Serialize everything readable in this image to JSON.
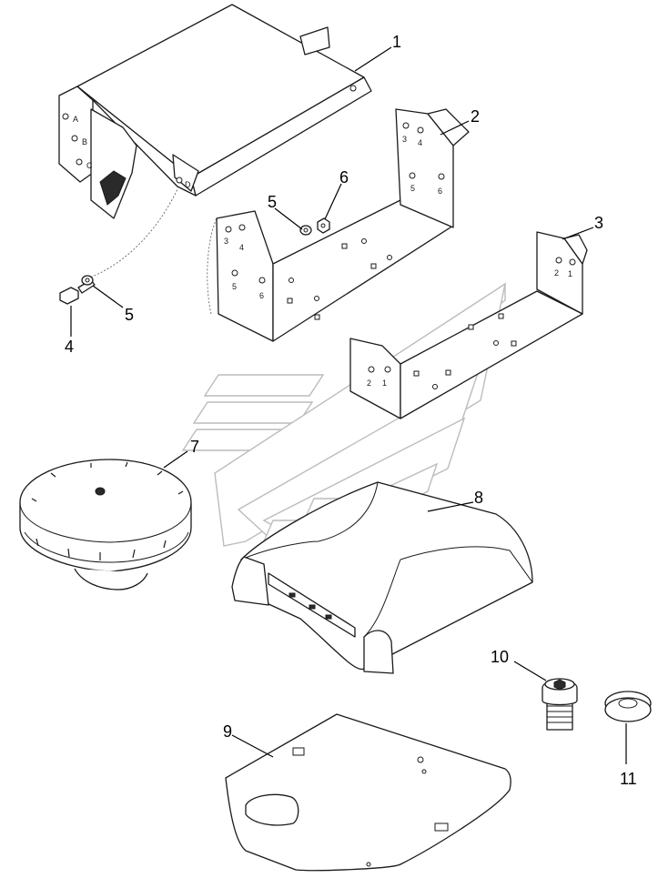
{
  "callouts": [
    {
      "id": "1",
      "label": "1"
    },
    {
      "id": "2",
      "label": "2"
    },
    {
      "id": "3",
      "label": "3"
    },
    {
      "id": "4",
      "label": "4"
    },
    {
      "id": "5a",
      "label": "5"
    },
    {
      "id": "5b",
      "label": "5"
    },
    {
      "id": "6",
      "label": "6"
    },
    {
      "id": "7",
      "label": "7"
    },
    {
      "id": "8",
      "label": "8"
    },
    {
      "id": "9",
      "label": "9"
    },
    {
      "id": "10",
      "label": "10"
    },
    {
      "id": "11",
      "label": "11"
    }
  ],
  "bracket1_marks": {
    "a": "A",
    "b": "B",
    "c": "C",
    "d": "D"
  },
  "bracket2_marks": {
    "m3": "3",
    "m4": "4",
    "m5": "5",
    "m6": "6",
    "r3": "3",
    "r4": "4",
    "r5": "5",
    "r6": "6"
  },
  "bracket3_marks": {
    "l2": "2",
    "l1": "1",
    "r2": "2",
    "r1": "1"
  }
}
